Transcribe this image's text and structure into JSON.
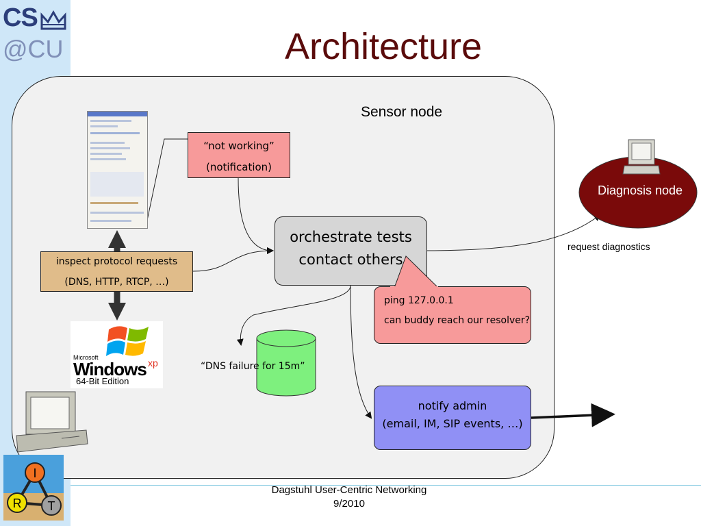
{
  "logo": {
    "cs": "CS",
    "cu": "@CU"
  },
  "title": "Architecture",
  "sensor_node": {
    "label": "Sensor node"
  },
  "not_working": {
    "line1": "“not working”",
    "line2": "(notification)"
  },
  "orchestrate": {
    "line1": "orchestrate tests",
    "line2": "contact others"
  },
  "inspect": {
    "line1": "inspect protocol requests",
    "line2": "(DNS, HTTP, RTCP, …)"
  },
  "ping_box": {
    "line1": "ping 127.0.0.1",
    "line2": "can buddy reach our resolver?"
  },
  "notify_box": {
    "line1": "notify admin",
    "line2": "(email, IM, SIP events, …)"
  },
  "dns_label": "“DNS failure for 15m”",
  "diagnosis_node": {
    "label": "Diagnosis node"
  },
  "request_label": "request diagnostics",
  "footer": {
    "line1": "Dagstuhl User-Centric Networking",
    "line2": "9/2010"
  },
  "windows_logo": {
    "microsoft": "Microsoft",
    "windows": "Windows",
    "xp": "xp",
    "edition": "64-Bit Edition"
  },
  "irt_logo": {
    "i": "I",
    "r": "R",
    "t": "T"
  },
  "colors": {
    "title": "#5a0b0b",
    "sidebar": "#cfe7f8",
    "diagnosis": "#7a0a0a",
    "pink": "#f79a9a",
    "tan": "#e0bc8a",
    "blue": "#9090f5",
    "green": "#7ef07e"
  }
}
